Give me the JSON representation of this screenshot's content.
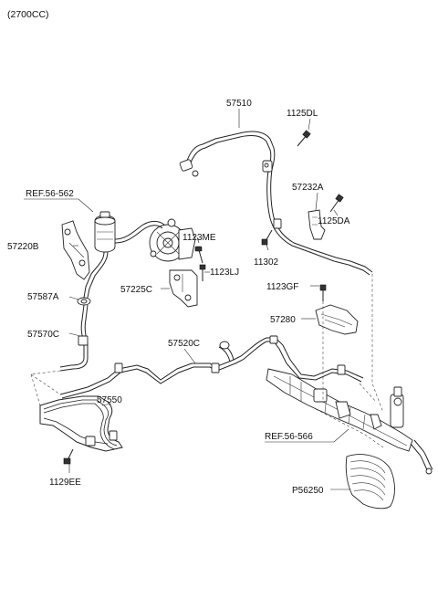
{
  "header": {
    "variant": "(2700CC)"
  },
  "labels": {
    "p57510": "57510",
    "p1125DL": "1125DL",
    "p57232A": "57232A",
    "p1125DA": "1125DA",
    "p11302": "11302",
    "ref56562": "REF.56-562",
    "p57220B": "57220B",
    "p1123ME": "1123ME",
    "p1123LJ": "1123LJ",
    "p57225C": "57225C",
    "p57587A": "57587A",
    "p1123GF": "1123GF",
    "p57280": "57280",
    "p57570C": "57570C",
    "p57520C": "57520C",
    "p57550": "57550",
    "ref56566": "REF.56-566",
    "p1129EE": "1129EE",
    "p56250": "P56250"
  }
}
